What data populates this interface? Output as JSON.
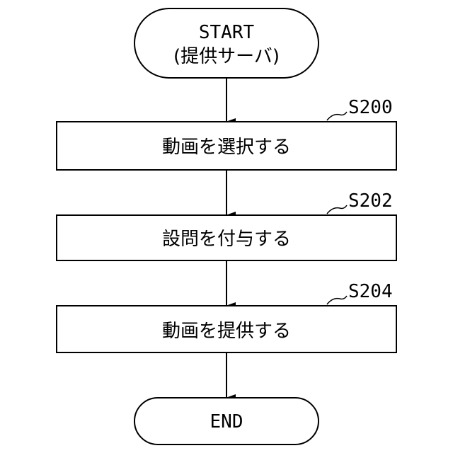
{
  "flowchart": {
    "start": {
      "line1": "START",
      "line2": "(提供サーバ)"
    },
    "steps": [
      {
        "label": "S200",
        "text": "動画を選択する"
      },
      {
        "label": "S202",
        "text": "設問を付与する"
      },
      {
        "label": "S204",
        "text": "動画を提供する"
      }
    ],
    "end": {
      "text": "END"
    }
  }
}
